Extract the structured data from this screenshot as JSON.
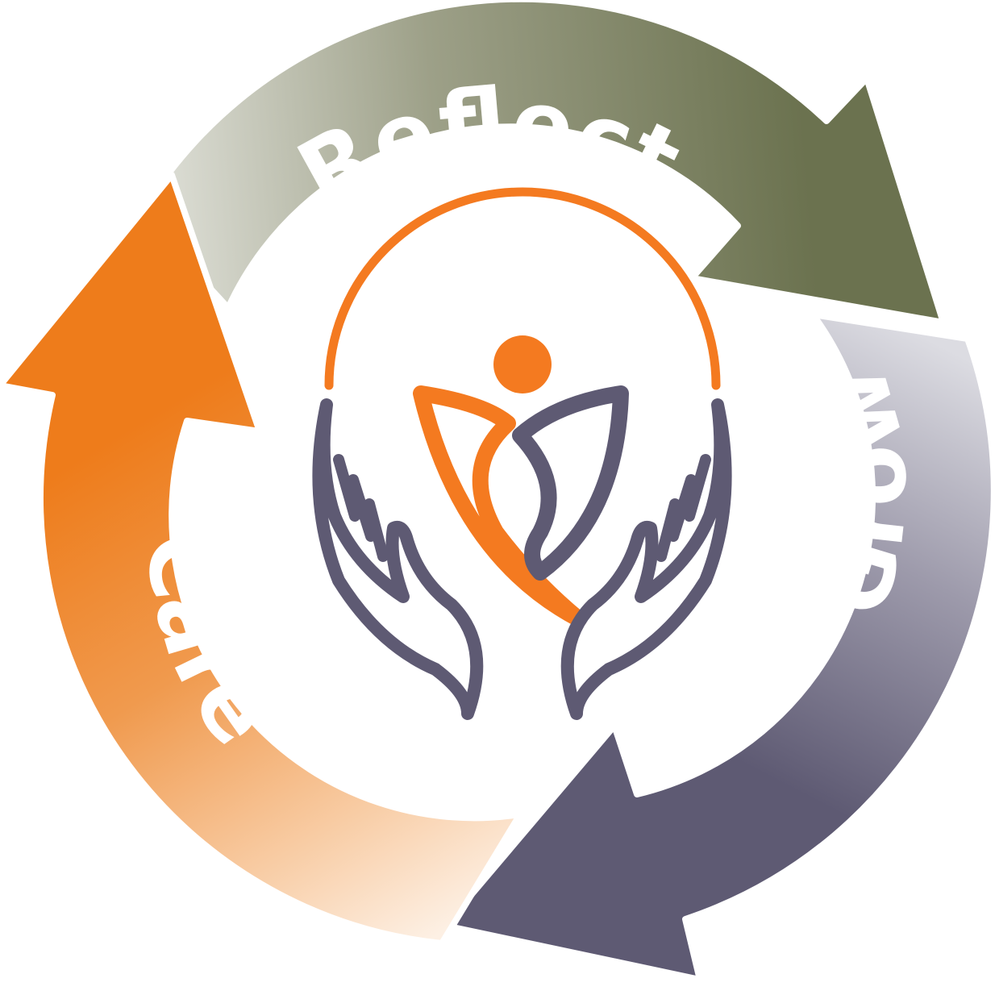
{
  "labels": {
    "reflect": "Reflect",
    "grow": "Grow",
    "care": "Care"
  },
  "colors": {
    "reflect_dark": "#6b724f",
    "reflect_light": "#e2e3dc",
    "grow_dark": "#5e5a73",
    "grow_light": "#dcdce2",
    "care_dark": "#ee7c1b",
    "care_light": "#fdf0e4",
    "emblem_orange": "#f47a20",
    "emblem_purple": "#5e5a73"
  },
  "icons": [
    "cycle-arrow-icon",
    "caring-hands-icon",
    "person-figure-icon"
  ]
}
